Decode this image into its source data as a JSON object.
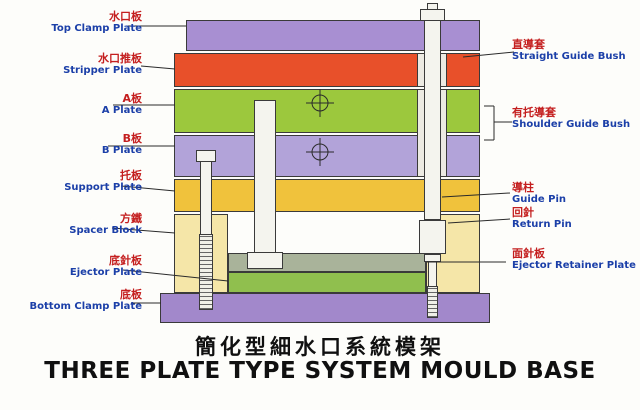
{
  "title": {
    "cn": "簡化型細水口系統模架",
    "en": "THREE PLATE TYPE SYSTEM MOULD BASE"
  },
  "left_labels": [
    {
      "cn": "水口板",
      "en": "Top Clamp Plate"
    },
    {
      "cn": "水口推板",
      "en": "Stripper Plate"
    },
    {
      "cn": "A板",
      "en": "A Plate"
    },
    {
      "cn": "B板",
      "en": "B Plate"
    },
    {
      "cn": "托板",
      "en": "Support Plate"
    },
    {
      "cn": "方鐵",
      "en": "Spacer Block"
    },
    {
      "cn": "底針板",
      "en": "Ejector Plate"
    },
    {
      "cn": "底板",
      "en": "Bottom Clamp Plate"
    }
  ],
  "right_labels": [
    {
      "cn": "直導套",
      "en": "Straight Guide Bush"
    },
    {
      "cn": "有托導套",
      "en": "Shoulder Guide Bush"
    },
    {
      "cn": "導柱",
      "en": "Guide Pin"
    },
    {
      "cn": "回針",
      "en": "Return Pin"
    },
    {
      "cn": "面針板",
      "en": "Ejector Retainer Plate"
    }
  ],
  "colors": {
    "top_clamp_plate": "#a88fd2",
    "stripper_plate": "#e8502a",
    "a_plate": "#9cc83d",
    "b_plate": "#b2a3d9",
    "support_plate": "#f0c23c",
    "spacer_block": "#f5e6a8",
    "ejector_retainer_plate": "#a9b39a",
    "ejector_plate": "#90bf4e",
    "bottom_clamp_plate": "#a288cb",
    "pin_fill": "#f4f4ee",
    "label_cn_color": "#c41f1f",
    "label_en_color": "#1b3fa8",
    "line_color": "#2a2a2a"
  }
}
